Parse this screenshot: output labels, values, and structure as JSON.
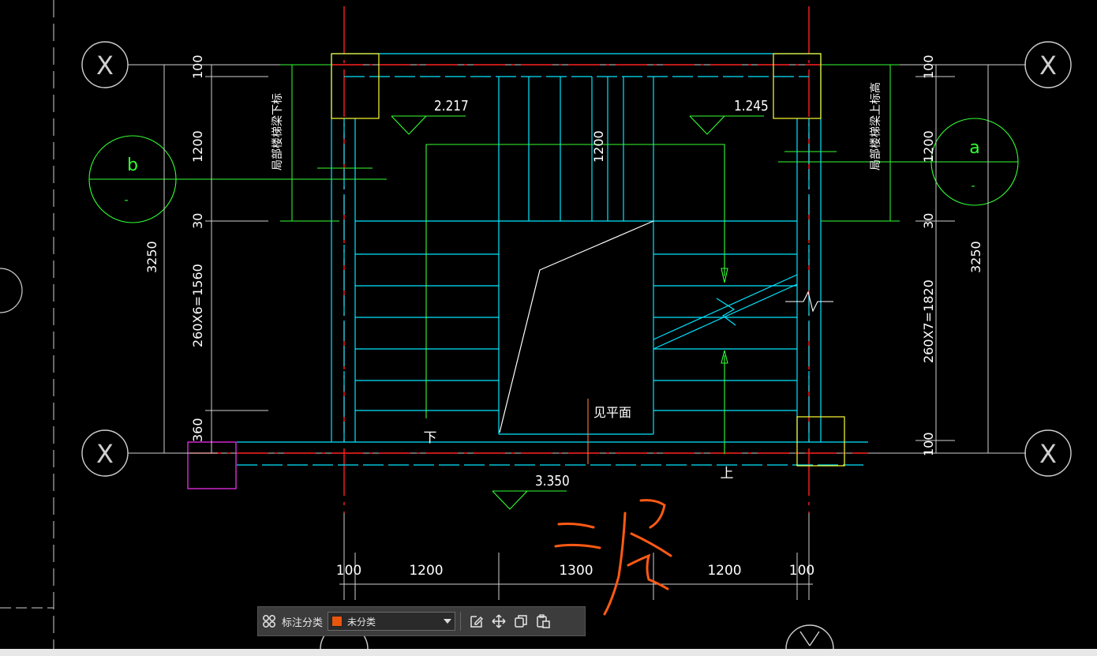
{
  "drawing": {
    "colors": {
      "axis": "#ff2020",
      "outline": "#00e5ff",
      "dim_green": "#33ff33",
      "grid_line": "#cfcfcf",
      "column": "#ffff33",
      "magenta": "#ff33ff",
      "section": "#ffffff",
      "annotation": "#ff5a14",
      "note_leader": "#ff7a3a"
    },
    "axis_bubbles": [
      "X",
      "X",
      "X",
      "X"
    ],
    "section_marks": [
      {
        "letter": "b",
        "sub": "-"
      },
      {
        "letter": "a",
        "sub": "-"
      }
    ],
    "elevations": {
      "left_top": "2.217",
      "right_top": "1.245",
      "bottom": "3.350"
    },
    "labels": {
      "down": "下",
      "up": "上",
      "see_plan": "见平面",
      "handwritten": "二层"
    },
    "vertical_notes": {
      "left": "局部楼梯梁下标",
      "right": "局部楼梯梁上标高"
    },
    "dims_left": [
      "100",
      "1200",
      "30",
      "260X6=1560",
      "360"
    ],
    "dims_left_total": "3250",
    "dims_right": [
      "100",
      "1200",
      "30",
      "260X7=1820",
      "100"
    ],
    "dims_right_total": "3250",
    "dim_center_top": "1200",
    "dims_bottom": [
      "100",
      "1200",
      "1300",
      "1200",
      "100"
    ]
  },
  "toolbar": {
    "label": "标注分类",
    "category": "未分类",
    "swatch_color": "#e8560e",
    "icons": [
      "grid-icon",
      "edit-icon",
      "move-icon",
      "copy-icon",
      "paste-icon"
    ]
  }
}
